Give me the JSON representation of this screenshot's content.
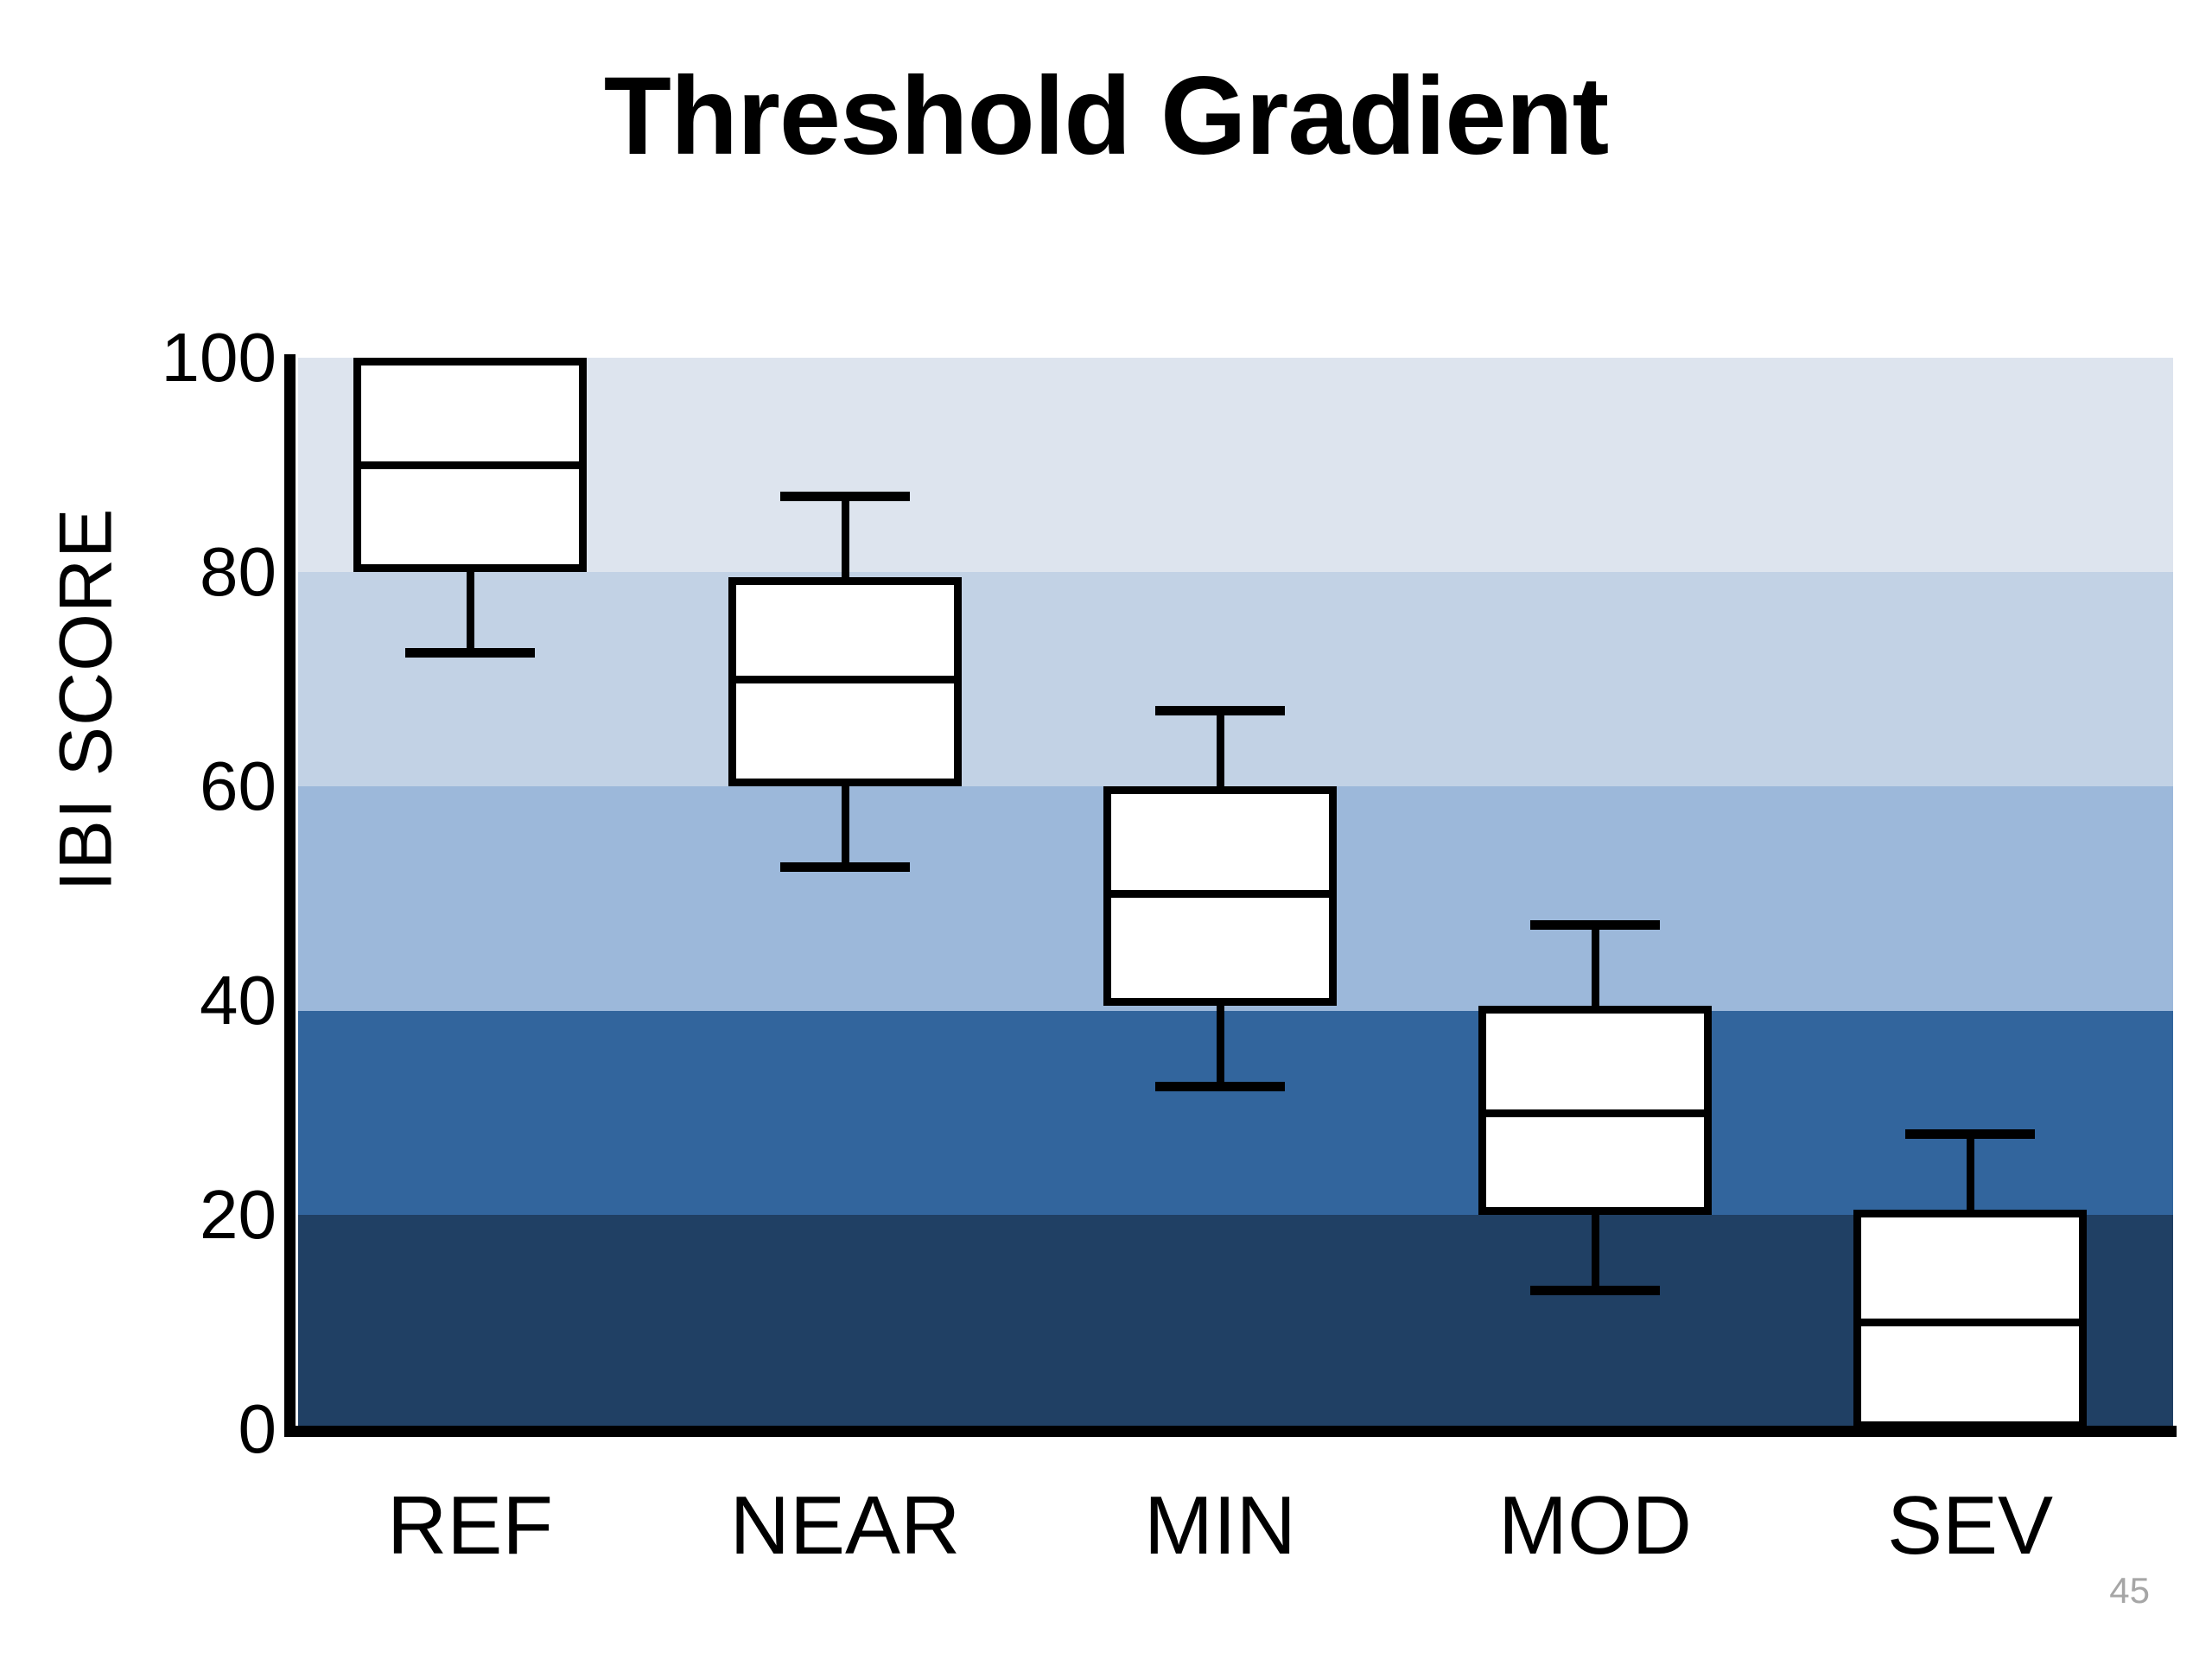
{
  "slide": {
    "title": "Threshold Gradient",
    "page_number": "45",
    "background_color": "#ffffff"
  },
  "chart_data": {
    "type": "box",
    "title": "Threshold Gradient",
    "xlabel": "",
    "ylabel": "IBI SCORE",
    "ylim": [
      0,
      100
    ],
    "yticks": [
      0,
      20,
      40,
      60,
      80,
      100
    ],
    "ytick_labels": [
      "0",
      "20",
      "40",
      "60",
      "80",
      "100"
    ],
    "categories": [
      "REF",
      "NEAR",
      "MIN",
      "MOD",
      "SEV"
    ],
    "grid": false,
    "legend": "none",
    "boxes": [
      {
        "label": "REF",
        "whisker_low": 72,
        "q1": 80,
        "median": 90,
        "q3": 100,
        "whisker_high": 100
      },
      {
        "label": "NEAR",
        "whisker_low": 52,
        "q1": 60,
        "median": 70,
        "q3": 79.5,
        "whisker_high": 87.5
      },
      {
        "label": "MIN",
        "whisker_low": 31.5,
        "q1": 39.5,
        "median": 50,
        "q3": 60,
        "whisker_high": 67.5
      },
      {
        "label": "MOD",
        "whisker_low": 12.5,
        "q1": 20,
        "median": 29.5,
        "q3": 39.5,
        "whisker_high": 47.5
      },
      {
        "label": "SEV",
        "whisker_low": 0,
        "q1": 0,
        "median": 10,
        "q3": 20.5,
        "whisker_high": 28
      }
    ],
    "background_bands": [
      {
        "from": 80,
        "to": 100,
        "color": "#dde4ee"
      },
      {
        "from": 60,
        "to": 80,
        "color": "#c2d2e5"
      },
      {
        "from": 39,
        "to": 60,
        "color": "#9cb8da"
      },
      {
        "from": 20,
        "to": 39,
        "color": "#32659d"
      },
      {
        "from": 0,
        "to": 20,
        "color": "#204064"
      }
    ]
  }
}
